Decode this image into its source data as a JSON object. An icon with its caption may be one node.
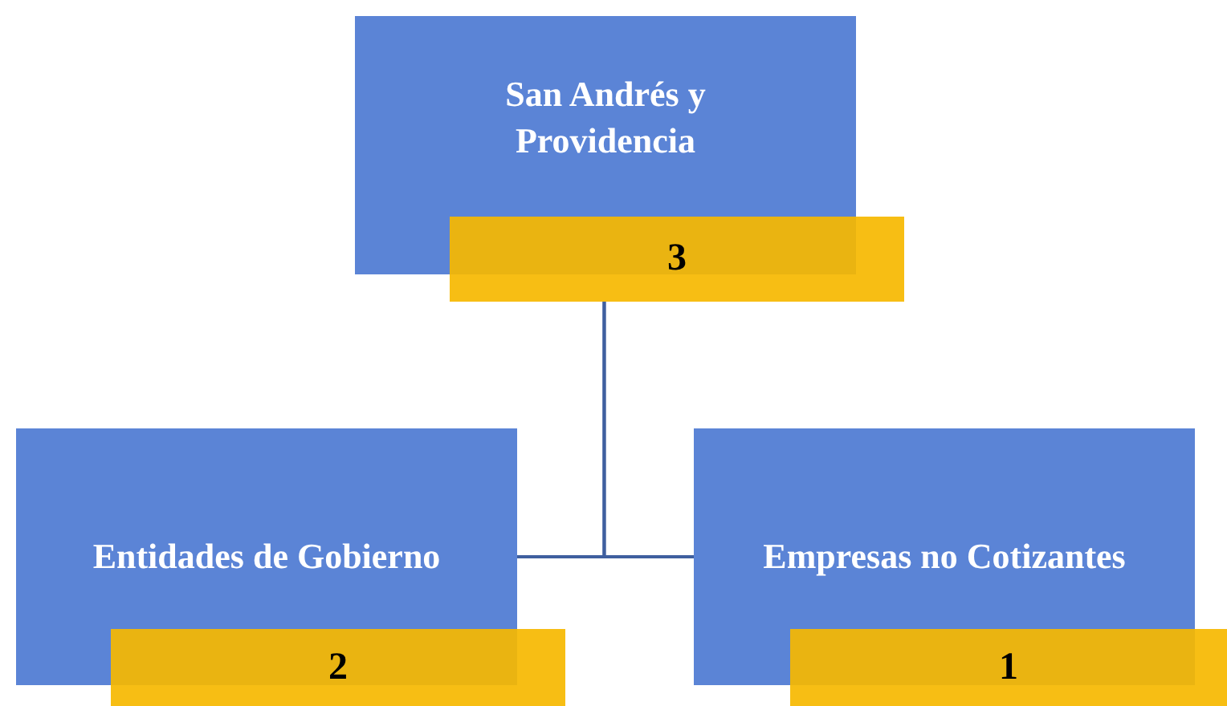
{
  "diagram": {
    "nodes": [
      {
        "text": [
          "San Andrés y Providencia"
        ]
      },
      {
        "text": [
          "3"
        ]
      },
      {
        "text": [
          "Entidades de Gobierno"
        ]
      },
      {
        "text": [
          "2"
        ]
      },
      {
        "text": [
          "Empresas no Cotizantes"
        ]
      },
      {
        "text": [
          "1"
        ]
      }
    ],
    "edges": [
      {
        "from": 1,
        "to": 2,
        "arrow": "none"
      },
      {
        "from": 1,
        "to": 4,
        "arrow": "none"
      }
    ]
  }
}
